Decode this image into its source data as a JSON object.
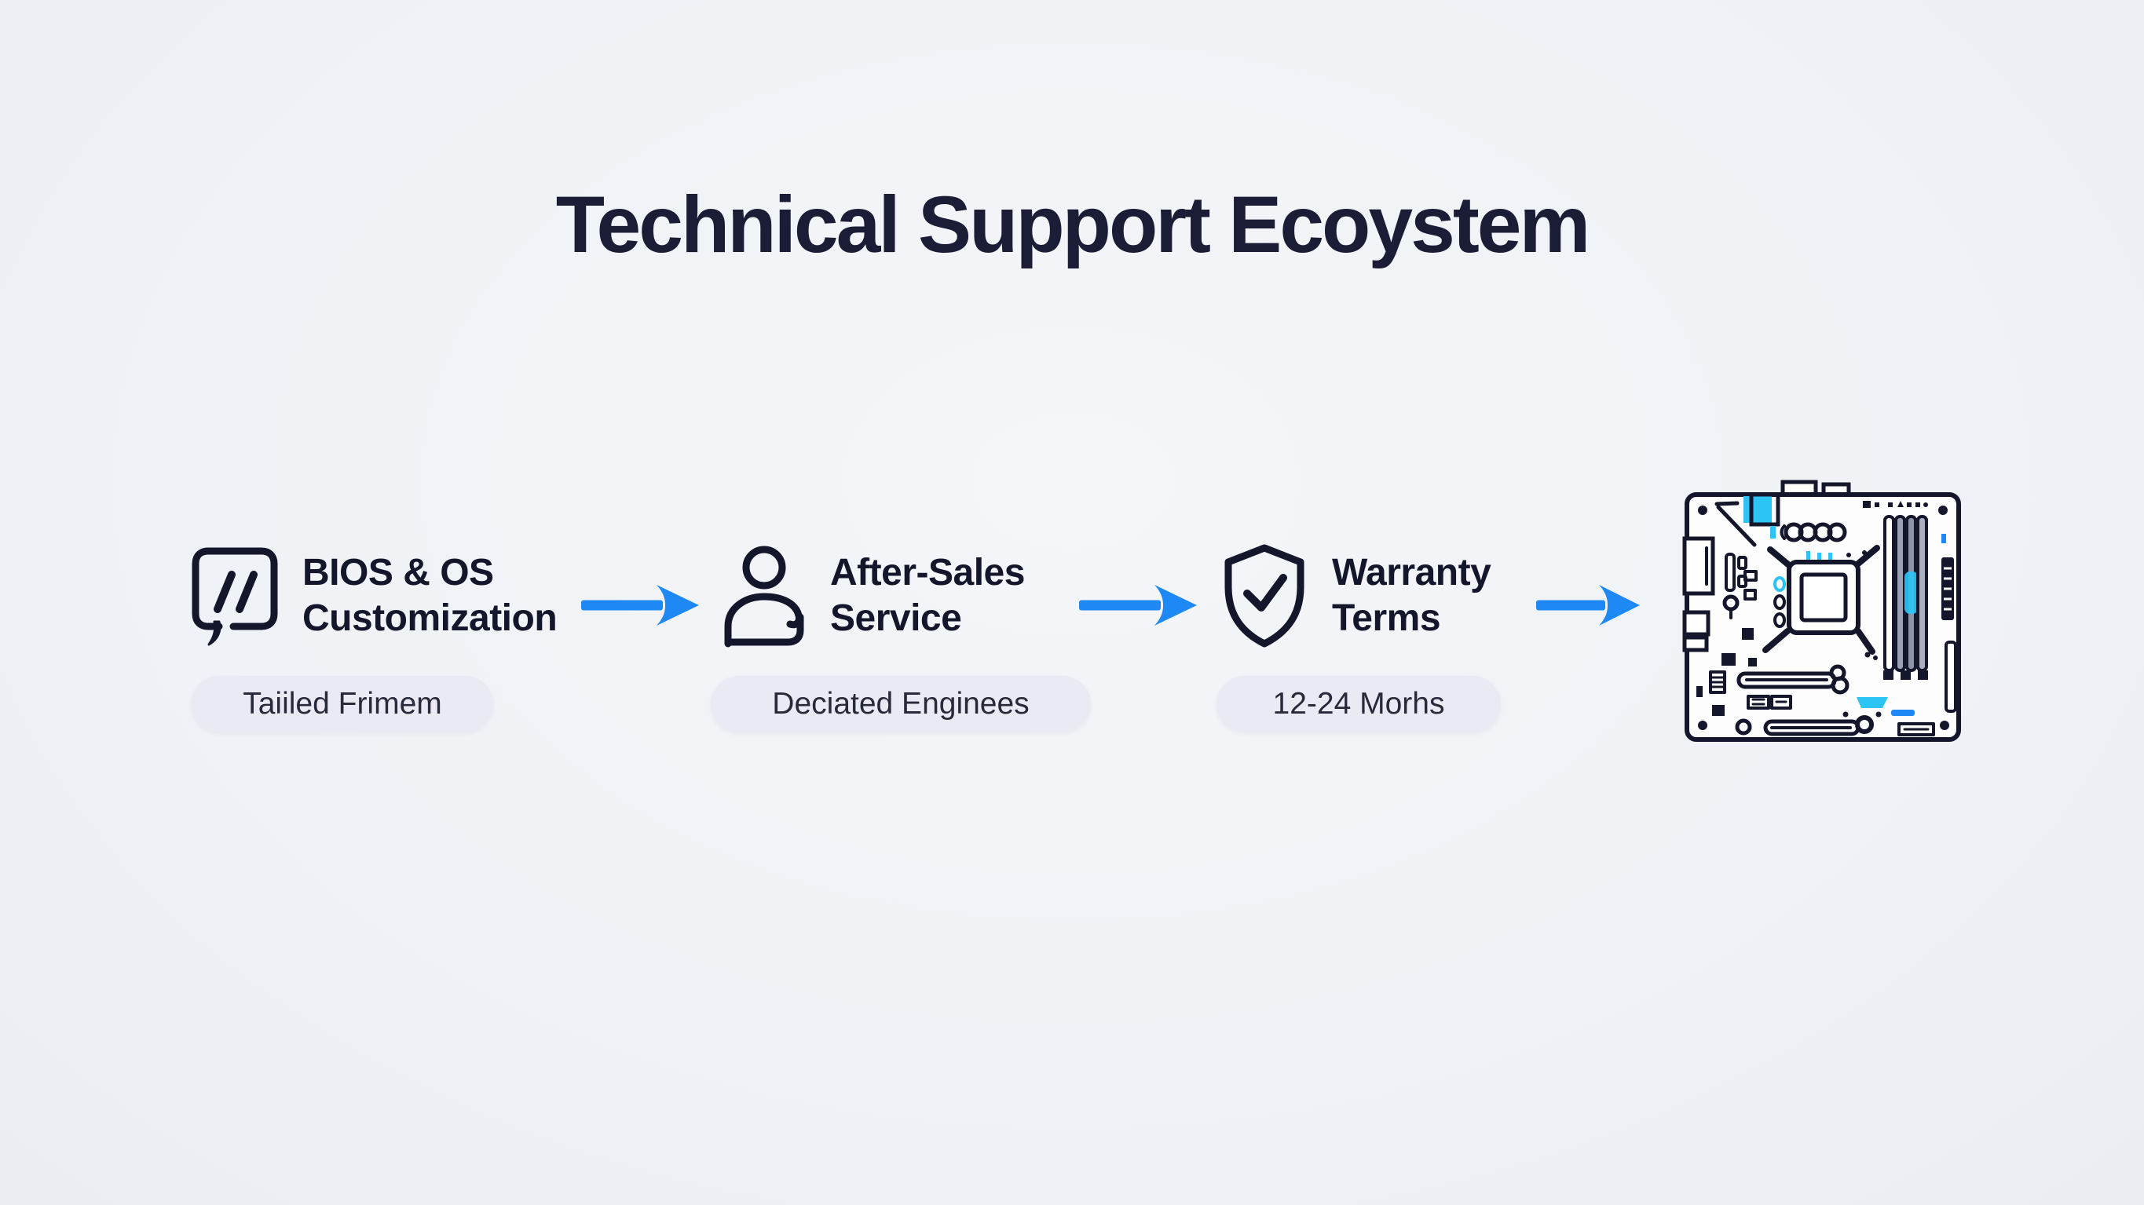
{
  "page": {
    "background_color": "#f0f2f6"
  },
  "title": {
    "text": "Technical Support Ecoystem",
    "color": "#1b1c36"
  },
  "flow": {
    "steps": [
      {
        "icon": "chat-code-icon",
        "title_line1": "BIOS & OS",
        "title_line2": "Customization",
        "badge": "Taiiled Frimem"
      },
      {
        "icon": "person-icon",
        "title_line1": "After-Sales",
        "title_line2": "Service",
        "badge": "Deciated Enginees"
      },
      {
        "icon": "shield-check-icon",
        "title_line1": "Warranty",
        "title_line2": "Terms",
        "badge": "12-24 Morhs"
      }
    ],
    "arrow_color": "#1e88f5",
    "illustration": "motherboard-illustration"
  },
  "colors": {
    "icon_ink": "#14162b",
    "badge_background": "#e9eaf3",
    "accent_cyan": "#2cc4f4",
    "arrow_blue": "#1e88f5"
  }
}
